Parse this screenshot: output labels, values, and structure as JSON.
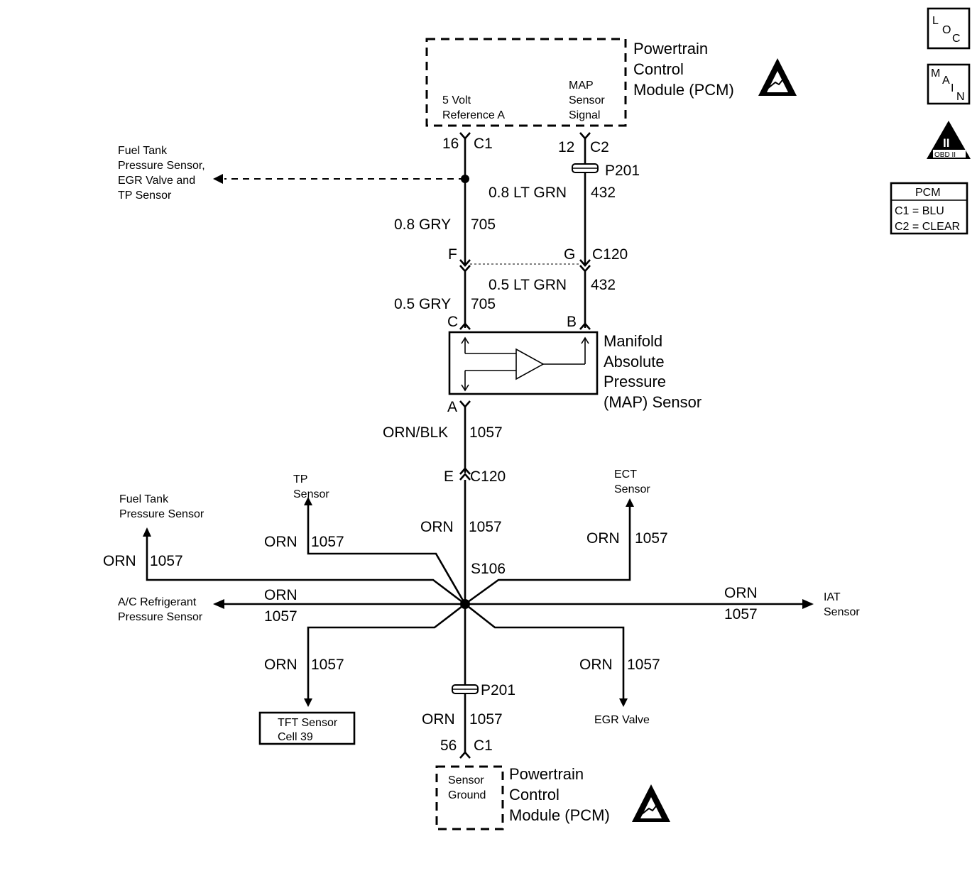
{
  "icons": {
    "loc": [
      "L",
      "O",
      "C"
    ],
    "main": [
      "M",
      "A",
      "I",
      "N"
    ],
    "obd_numeral": "II",
    "obd_label": "OBD II"
  },
  "pcm_legend": {
    "title": "PCM",
    "c1": "C1 = BLU",
    "c2": "C2 = CLEAR"
  },
  "pcm_top": {
    "title": [
      "Powertrain",
      "Control",
      "Module (PCM)"
    ],
    "ref_label": [
      "5 Volt",
      "Reference A"
    ],
    "map_label": [
      "MAP",
      "Sensor",
      "Signal"
    ]
  },
  "connectors": {
    "c1_16": {
      "pin": "16",
      "name": "C1"
    },
    "c2_12": {
      "pin": "12",
      "name": "C2"
    },
    "p201_top": "P201",
    "c120_f": "F",
    "c120_g": "G",
    "c120_name": "C120",
    "map_c": "C",
    "map_b": "B",
    "map_a": "A",
    "c120_e": "E",
    "c120_e_name": "C120",
    "splice": "S106",
    "p201_bottom": "P201",
    "c1_56": {
      "pin": "56",
      "name": "C1"
    }
  },
  "wires": {
    "gry_08": "0.8 GRY",
    "gry_08_circuit": "705",
    "gry_05": "0.5 GRY",
    "gry_05_circuit": "705",
    "ltgrn_08": "0.8 LT GRN",
    "ltgrn_08_circuit": "432",
    "ltgrn_05": "0.5 LT GRN",
    "ltgrn_05_circuit": "432",
    "orn_blk": "ORN/BLK",
    "orn_blk_circuit": "1057",
    "orn": "ORN",
    "orn_circuit": "1057"
  },
  "map_sensor": {
    "title": [
      "Manifold",
      "Absolute",
      "Pressure",
      "(MAP) Sensor"
    ]
  },
  "destinations": {
    "fuel_tank_egr_tp": [
      "Fuel Tank",
      "Pressure Sensor,",
      "EGR Valve and",
      "TP Sensor"
    ],
    "tp_sensor": [
      "TP",
      "Sensor"
    ],
    "fuel_tank": [
      "Fuel Tank",
      "Pressure Sensor"
    ],
    "ect_sensor": [
      "ECT",
      "Sensor"
    ],
    "ac_refrigerant": [
      "A/C Refrigerant",
      "Pressure Sensor"
    ],
    "iat_sensor": [
      "IAT",
      "Sensor"
    ],
    "tft_sensor": [
      "TFT Sensor",
      "Cell 39"
    ],
    "egr_valve": "EGR Valve"
  },
  "pcm_bottom": {
    "title": [
      "Powertrain",
      "Control",
      "Module (PCM)"
    ],
    "ground_label": [
      "Sensor",
      "Ground"
    ]
  }
}
